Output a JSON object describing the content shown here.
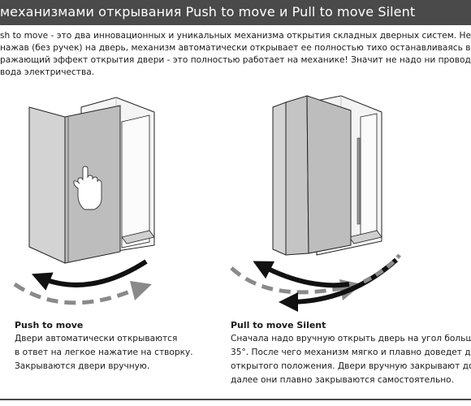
{
  "header": {
    "title": "механизмами открывания Push to move и Pull to move Silent"
  },
  "intro": {
    "lines": [
      "sh to move - это два инновационных и уникальных механизма открытия складных дверных систем. Немного",
      "нажав (без ручек) на дверь, механизм автоматически открывает ее полностью тихо останавливаясь в крайн",
      "ражающий эффект открытия двери - это полностью работает на механике! Значит не надо ни проводов, ни",
      "вода электричества."
    ]
  },
  "push": {
    "title": "Push to move",
    "lines": [
      "Двери автоматически открываются",
      "в ответ на легкое нажатие на створку.",
      "Закрываются двери вручную."
    ]
  },
  "pull": {
    "title": "Pull to move Silent",
    "lines": [
      "Сначала надо вручную открыть дверь на угол больше, чем",
      "35°. После чего механизм мягко и плавно доведет дверь",
      "открытого положения. Двери вручную закрывают до угла",
      "далее они плавно закрываются самостоятельно."
    ]
  },
  "colors": {
    "header_bg": "#4a4a4a",
    "door_front": "#bdbdbd",
    "door_side": "#d3d3d3",
    "frame": "#f2f2f2",
    "arrow_black": "#111111",
    "arrow_grey": "#8a8a8a"
  }
}
